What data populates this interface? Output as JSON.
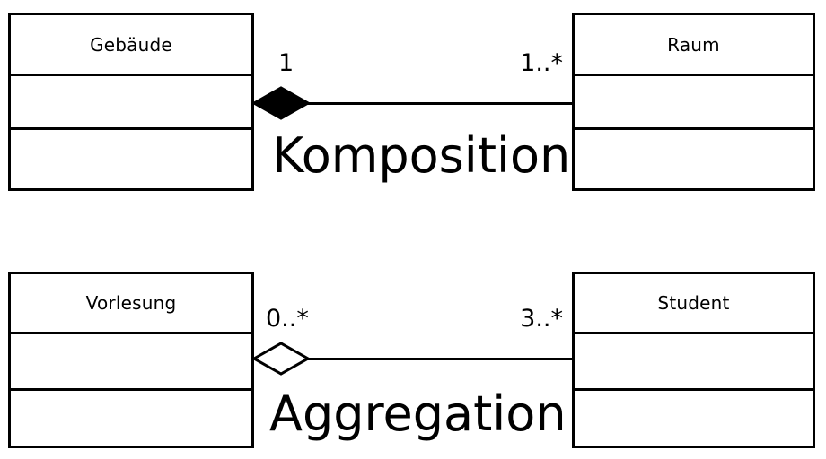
{
  "diagram": {
    "kind": "uml-class-diagram",
    "background_color": "#ffffff",
    "stroke_color": "#000000"
  },
  "relationships": [
    {
      "id": "komposition",
      "caption": "Komposition",
      "marker": "filled-diamond",
      "source": {
        "class_name": "Gebäude",
        "multiplicity": "1"
      },
      "target": {
        "class_name": "Raum",
        "multiplicity": "1..*"
      }
    },
    {
      "id": "aggregation",
      "caption": "Aggregation",
      "marker": "hollow-diamond",
      "source": {
        "class_name": "Vorlesung",
        "multiplicity": "0..*"
      },
      "target": {
        "class_name": "Student",
        "multiplicity": "3..*"
      }
    }
  ]
}
